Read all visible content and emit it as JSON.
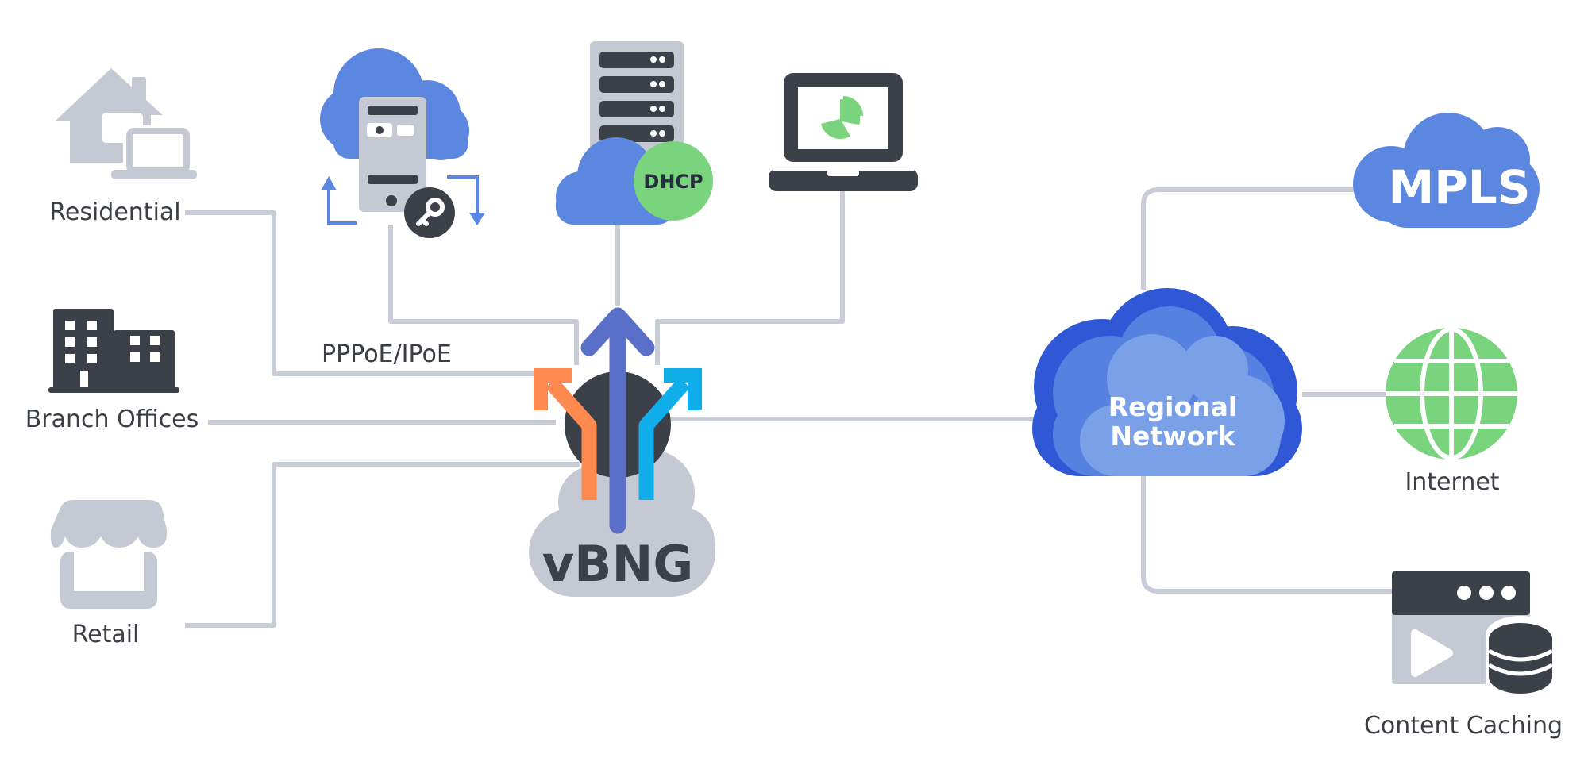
{
  "nodes": {
    "residential": "Residential",
    "branch_offices": "Branch Offices",
    "retail": "Retail",
    "mpls": "MPLS",
    "internet": "Internet",
    "content_caching": "Content Caching",
    "regional_network_line1": "Regional",
    "regional_network_line2": "Network",
    "vbng": "vBNG",
    "dhcp": "DHCP"
  },
  "edge_labels": {
    "pppoe_ipoe": "PPPoE/IPoE"
  },
  "icons": {
    "residential": "house-laptop-icon",
    "branch_offices": "office-building-icon",
    "retail": "storefront-icon",
    "auth_server": "cloud-server-key-icon",
    "dhcp_server": "server-rack-cloud-icon",
    "analytics": "laptop-pie-chart-icon",
    "vbng": "routing-arrows-cloud-icon",
    "regional_network": "cloud-icon",
    "mpls": "cloud-icon",
    "internet": "globe-icon",
    "content_caching": "browser-video-database-icon"
  },
  "colors": {
    "connector": "#c8ccd6",
    "icon_gray": "#c5c9d3",
    "dark": "#3c4048",
    "cloud_blue": "#5b87e0",
    "regional_dark": "#3058d6",
    "regional_mid": "#5581e0",
    "regional_light": "#7aa0e8",
    "green": "#7ad47e",
    "orange": "#ff8a4f",
    "arrow_blue": "#5a70c8",
    "cyan": "#10aeea"
  }
}
